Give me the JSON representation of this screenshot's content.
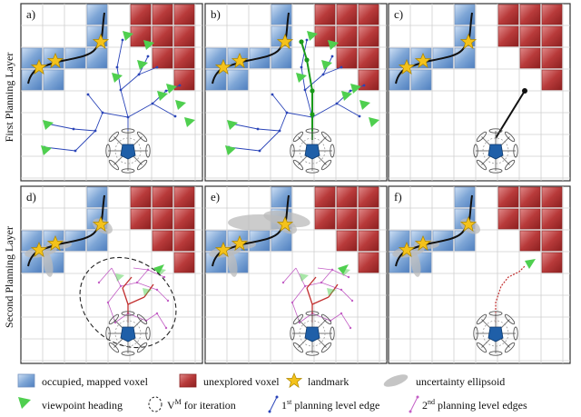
{
  "row_labels": [
    "First Planning Layer",
    "Second Planning Layer"
  ],
  "panels": [
    {
      "letter": "a)"
    },
    {
      "letter": "b)"
    },
    {
      "letter": "c)"
    },
    {
      "letter": "d)"
    },
    {
      "letter": "e)"
    },
    {
      "letter": "f)"
    }
  ],
  "legend": {
    "occupied": "occupied, mapped voxel",
    "unexplored": "unexplored voxel",
    "landmark": "landmark",
    "ellipsoid": "uncertainty ellipsoid",
    "viewpoint": "viewpoint heading",
    "vm_sym": "V",
    "vm_sup": "M",
    "vm_rest": " for iteration",
    "edge1_pre": "1",
    "edge1_sup": "st",
    "edge1_rest": " planning level edge",
    "edge2_pre": "2",
    "edge2_sup": "nd",
    "edge2_rest": " planning level edges"
  },
  "colors": {
    "occupied": "#7ea6d6",
    "unexplored": "#b83a3a",
    "landmark": "#f4c21b",
    "viewpoint": "#4fcf4f",
    "edge1": "#2a44b8",
    "edge2": "#c35fc5",
    "edge_green": "#1a9a1a",
    "edge_red": "#c23030",
    "ellipsoid": "#bbbbbb",
    "robot": "#1f5fa8"
  }
}
